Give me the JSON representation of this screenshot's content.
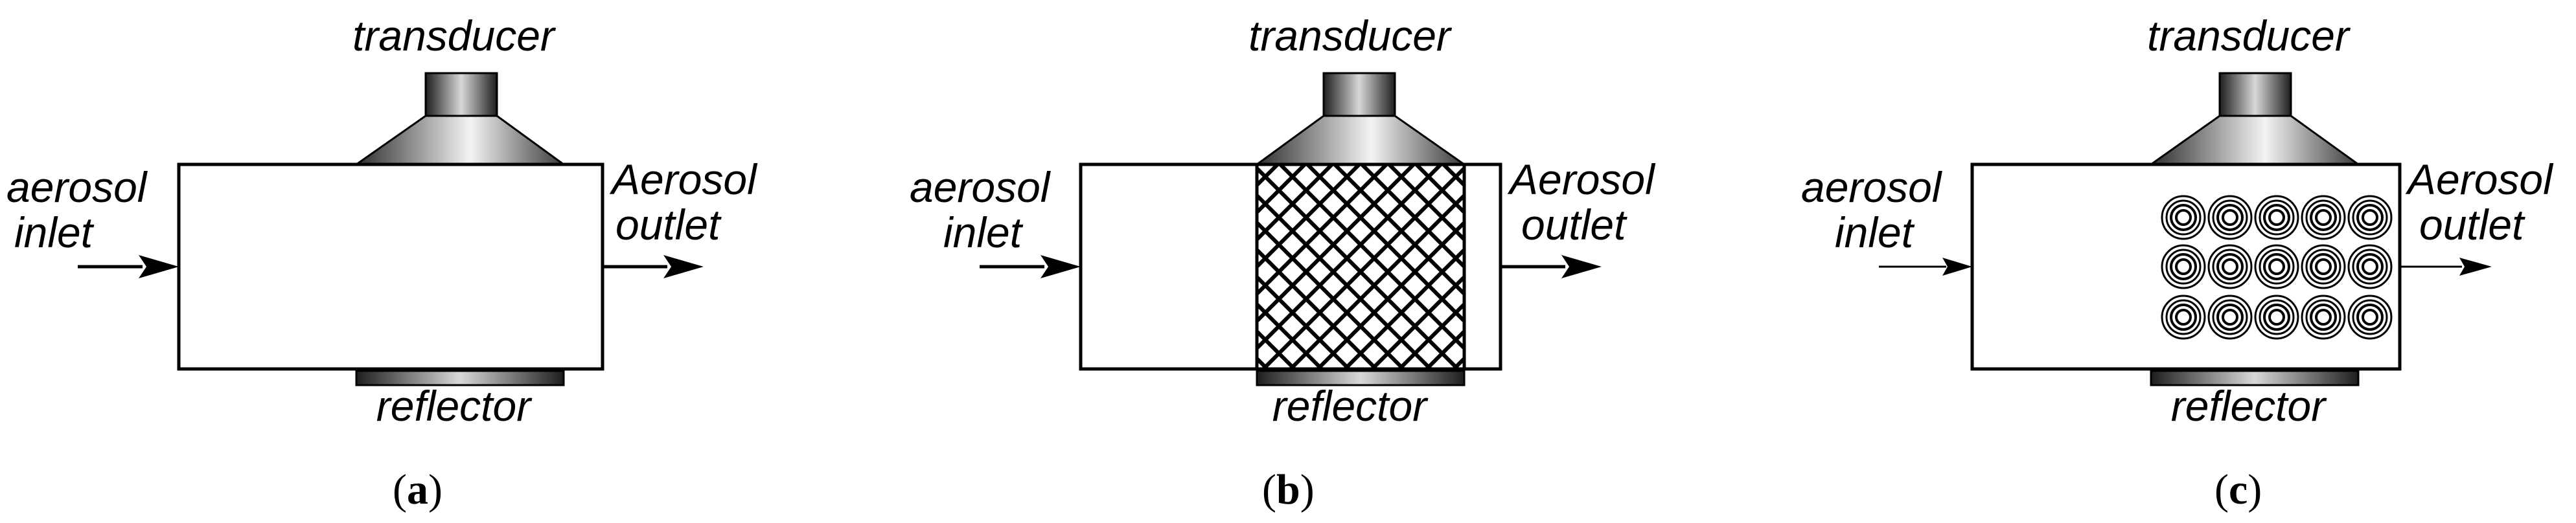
{
  "panels": [
    {
      "id": "a",
      "transducer": "transducer",
      "inlet_line1": "aerosol",
      "inlet_line2": "inlet",
      "outlet_line1": "Aerosol",
      "outlet_line2": "outlet",
      "reflector": "reflector",
      "caption_open": "(",
      "caption_letter": "a",
      "caption_close": ")"
    },
    {
      "id": "b",
      "transducer": "transducer",
      "inlet_line1": "aerosol",
      "inlet_line2": "inlet",
      "outlet_line1": "Aerosol",
      "outlet_line2": "outlet",
      "reflector": "reflector",
      "caption_open": "(",
      "caption_letter": "b",
      "caption_close": ")"
    },
    {
      "id": "c",
      "transducer": "transducer",
      "inlet_line1": "aerosol",
      "inlet_line2": "inlet",
      "outlet_line1": "Aerosol",
      "outlet_line2": "outlet",
      "reflector": "reflector",
      "caption_open": "(",
      "caption_letter": "c",
      "caption_close": ")"
    }
  ],
  "colors": {
    "metal_dark": "#3a3a3a",
    "metal_light": "#f2f2f2",
    "line": "#000000"
  }
}
